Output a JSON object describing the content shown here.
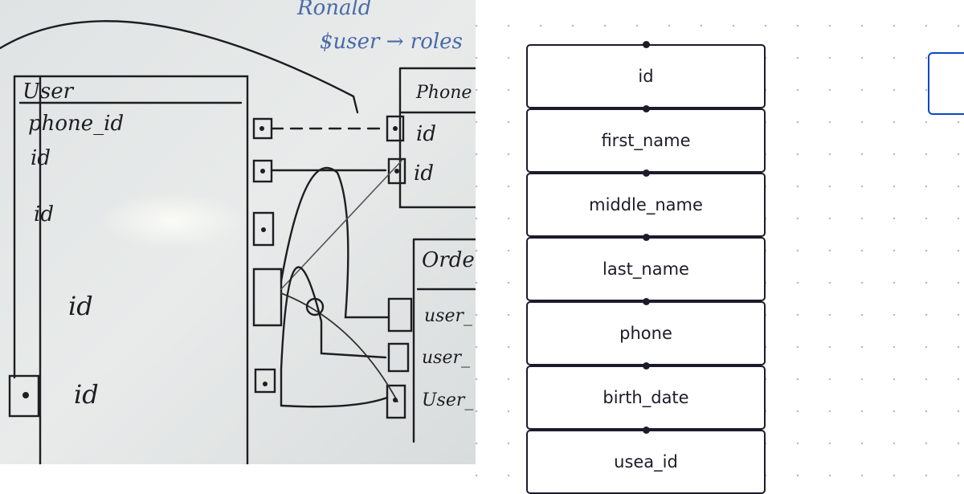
{
  "photo": {
    "annotations": [
      "Ronald",
      "$user → roles"
    ],
    "tables": [
      {
        "name": "User",
        "fields": [
          "phone_id",
          "id",
          "id",
          "id",
          "id"
        ]
      },
      {
        "name": "Phone",
        "fields": [
          "id",
          "id"
        ]
      },
      {
        "name": "Order",
        "fields": [
          "user_",
          "user_",
          "User_"
        ]
      }
    ]
  },
  "diagram": {
    "fields": [
      "id",
      "first_name",
      "middle_name",
      "last_name",
      "phone",
      "birth_date",
      "usea_id"
    ],
    "accent": "#0b47c4",
    "stroke": "#1c1b2a"
  }
}
